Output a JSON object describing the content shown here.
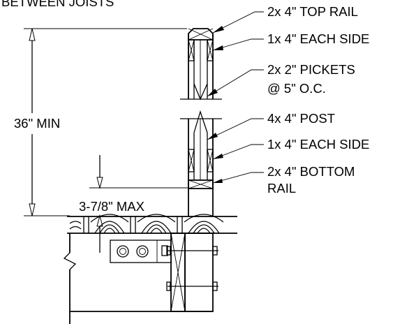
{
  "header_text": "BETWEEN JOISTS",
  "dimensions": {
    "height_min": "36\" MIN",
    "gap_max": "3-7/8\" MAX"
  },
  "callouts": {
    "top_rail": "2x 4\" TOP RAIL",
    "upper_trim": "1x 4\" EACH SIDE",
    "pickets_line1": "2x 2\" PICKETS",
    "pickets_line2": "@ 5\" O.C.",
    "post": "4x 4\" POST",
    "lower_trim": "1x 4\" EACH SIDE",
    "bottom_rail_line1": "2x 4\" BOTTOM",
    "bottom_rail_line2": "RAIL"
  }
}
